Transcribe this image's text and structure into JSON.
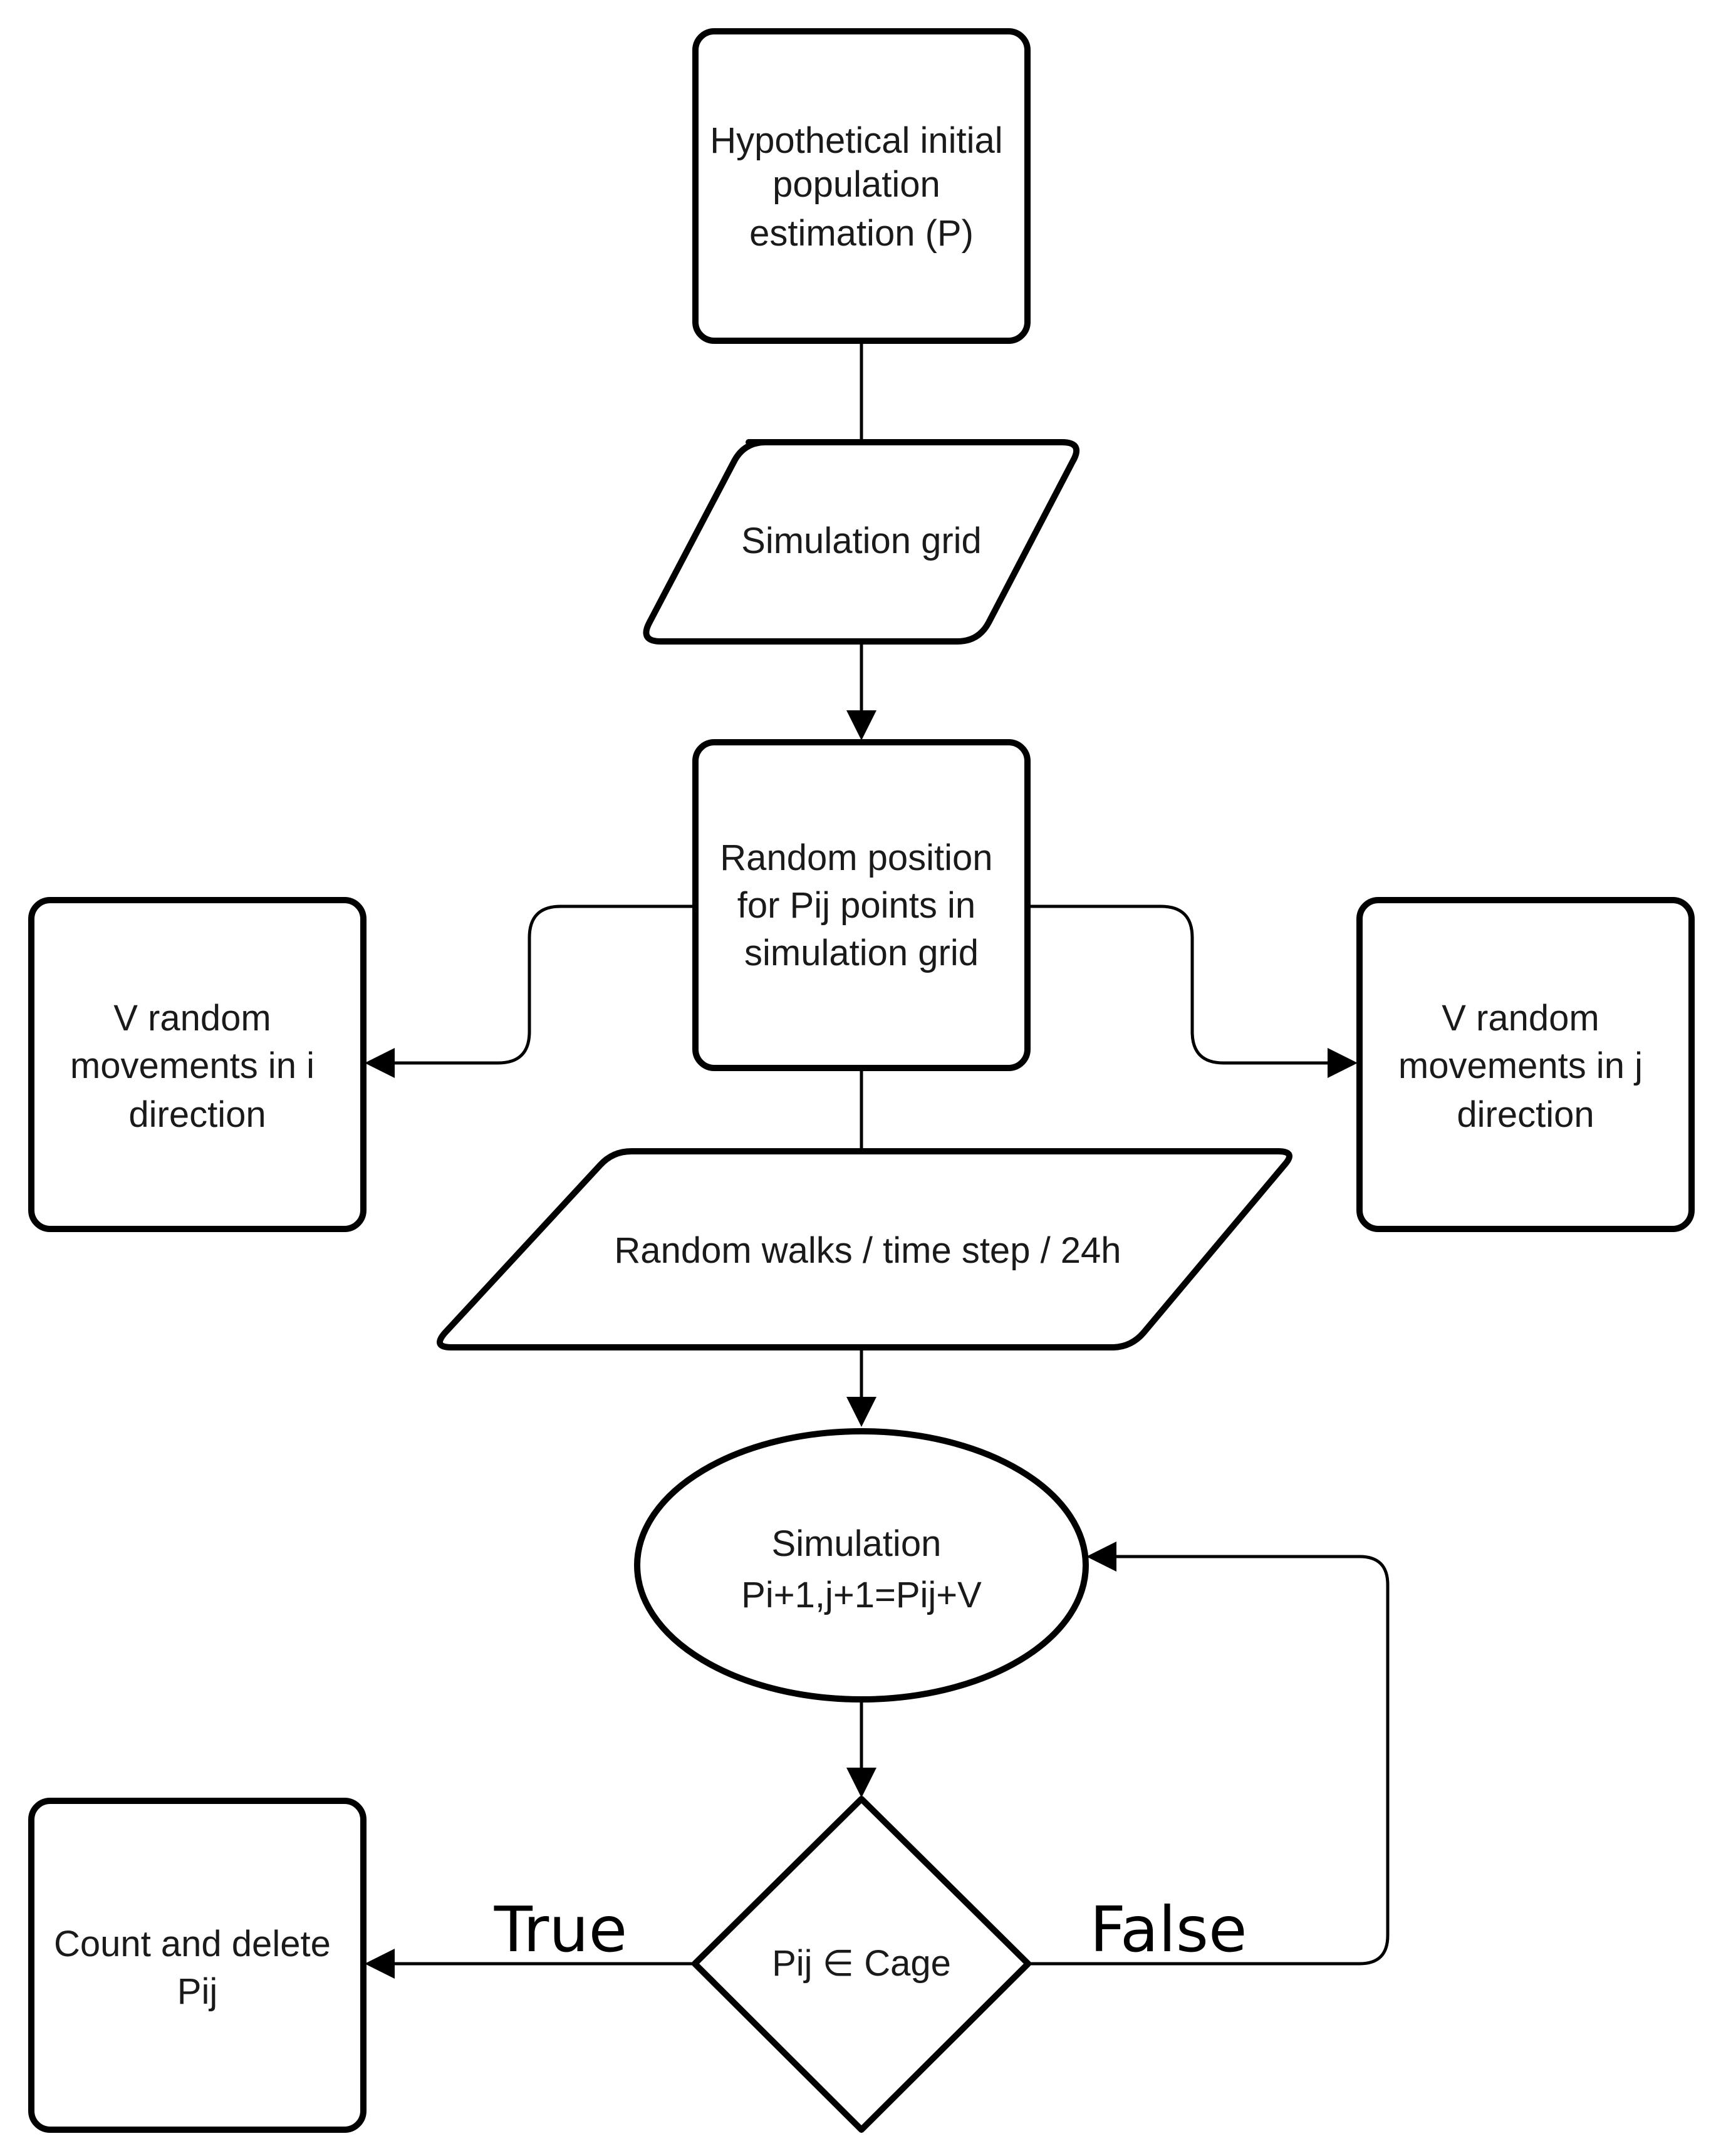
{
  "nodes": {
    "initial_population": {
      "lines": [
        "Hypothetical initial",
        "population",
        "estimation (P)"
      ]
    },
    "simulation_grid": {
      "lines": [
        "Simulation grid"
      ]
    },
    "random_position": {
      "lines": [
        "Random position",
        "for Pij points in",
        "simulation grid"
      ]
    },
    "movements_i": {
      "lines": [
        "V random",
        "movements in i",
        "direction"
      ]
    },
    "movements_j": {
      "lines": [
        "V random",
        "movements in j",
        "direction"
      ]
    },
    "random_walks": {
      "lines": [
        "Random walks / time step / 24h"
      ]
    },
    "simulation": {
      "lines": [
        "Simulation",
        "Pi+1,j+1=Pij+V"
      ]
    },
    "decision": {
      "lines": [
        "Pij ∈ Cage"
      ]
    },
    "count_delete": {
      "lines": [
        "Count and delete",
        "Pij"
      ]
    }
  },
  "edge_labels": {
    "true_label": "True",
    "false_label": "False"
  }
}
